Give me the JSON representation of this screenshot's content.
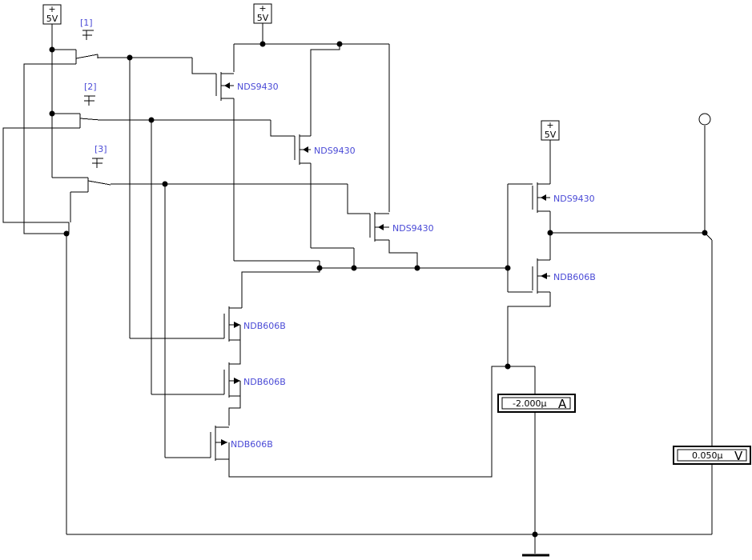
{
  "sources": {
    "vcc_label": "5V",
    "plus_sign": "+"
  },
  "switches": {
    "s1": "[1]",
    "s2": "[2]",
    "s3": "[3]"
  },
  "transistors": {
    "p_label": "NDS9430",
    "n_label": "NDB606B"
  },
  "meters": {
    "ammeter_value": "-2.000μ",
    "ammeter_unit": "A",
    "voltmeter_value": "0.050μ",
    "voltmeter_unit": "V"
  },
  "colors": {
    "label": "#4a4ad6",
    "wire": "#000000"
  }
}
